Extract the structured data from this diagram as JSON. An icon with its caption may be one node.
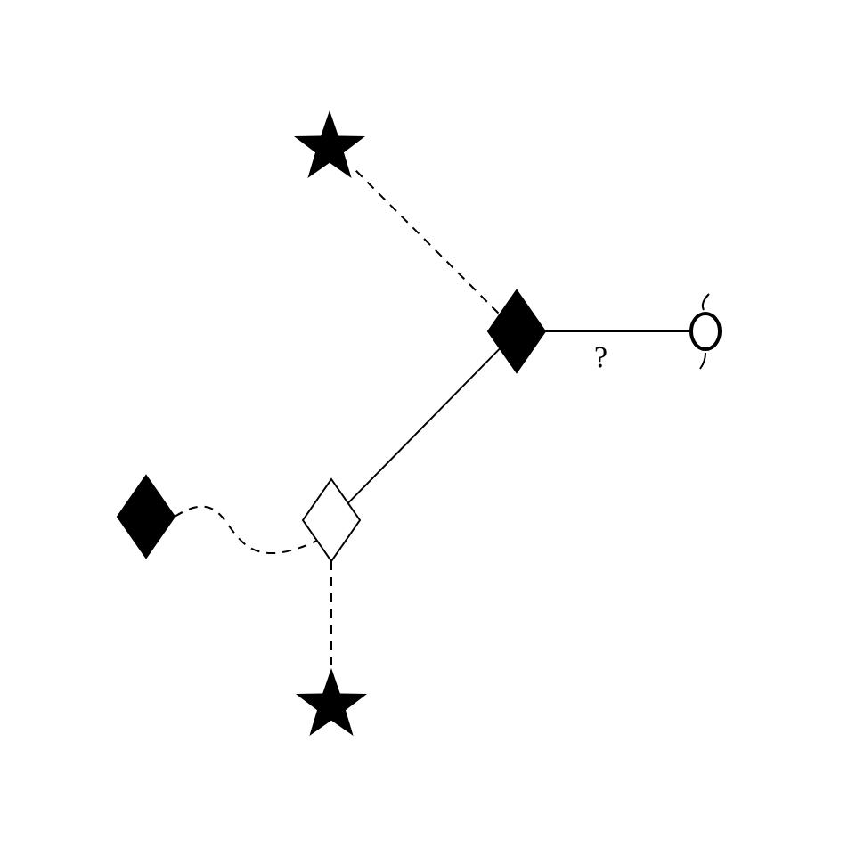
{
  "diagram": {
    "nodes": [
      {
        "text": [],
        "shape": "star"
      },
      {
        "text": [],
        "shape": "diamond"
      },
      {
        "text": [],
        "shape": "circle"
      },
      {
        "text": [],
        "shape": "diamond"
      },
      {
        "text": [],
        "shape": "diamond"
      },
      {
        "text": [],
        "shape": "star"
      }
    ],
    "edges": [
      {
        "from": 0,
        "to": 1,
        "arrow": "none",
        "style": "dashed"
      },
      {
        "from": 1,
        "to": 2,
        "arrow": "none",
        "label": "?"
      },
      {
        "from": 1,
        "to": 4,
        "arrow": "none"
      },
      {
        "from": 3,
        "to": 4,
        "arrow": "none",
        "style": "dashed"
      },
      {
        "from": 4,
        "to": 5,
        "arrow": "none",
        "style": "dashed"
      }
    ]
  }
}
